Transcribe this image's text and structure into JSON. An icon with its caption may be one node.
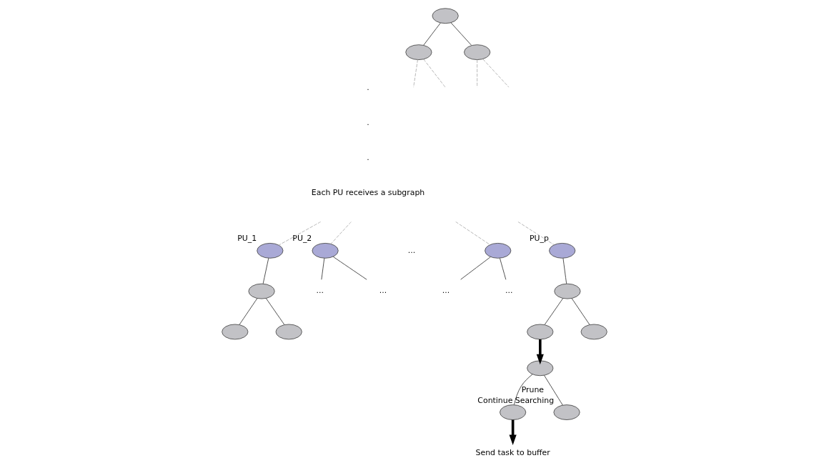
{
  "diagram": {
    "nodes": [
      {
        "text": [],
        "shape": "ellipse"
      },
      {
        "text": [],
        "shape": "ellipse"
      },
      {
        "text": [],
        "shape": "ellipse"
      },
      {
        "text": [],
        "shape": "ellipse",
        "beside": [
          "PU_1"
        ]
      },
      {
        "text": [],
        "shape": "ellipse"
      },
      {
        "text": [],
        "shape": "ellipse"
      },
      {
        "text": [],
        "shape": "ellipse"
      },
      {
        "text": [],
        "shape": "ellipse",
        "beside": [
          "PU_2"
        ]
      },
      {
        "text": [
          "..."
        ]
      },
      {
        "text": [
          "..."
        ]
      },
      {
        "text": [],
        "shape": "ellipse"
      },
      {
        "text": [
          "..."
        ]
      },
      {
        "text": [
          "..."
        ]
      },
      {
        "text": [],
        "shape": "ellipse",
        "beside": [
          "PU_p"
        ]
      },
      {
        "text": [],
        "shape": "ellipse"
      },
      {
        "text": [],
        "shape": "ellipse"
      },
      {
        "text": [],
        "shape": "ellipse"
      },
      {
        "text": [],
        "shape": "ellipse"
      },
      {
        "text": [],
        "shape": "ellipse"
      },
      {
        "text": [],
        "shape": "ellipse",
        "beside": [
          "Continue Searching"
        ]
      },
      {
        "text": [
          "Send task to buffer"
        ]
      }
    ],
    "edges": [
      {
        "from": 0,
        "to": 1,
        "arrow": "none"
      },
      {
        "from": 0,
        "to": 2,
        "arrow": "none"
      },
      {
        "from": 1,
        "to": null,
        "arrow": "none",
        "style": "dashed",
        "color": "#b0b0b0"
      },
      {
        "from": 1,
        "to": null,
        "arrow": "none",
        "style": "dashed",
        "color": "#b0b0b0"
      },
      {
        "from": 2,
        "to": null,
        "arrow": "none",
        "style": "dashed",
        "color": "#b0b0b0"
      },
      {
        "from": 2,
        "to": null,
        "arrow": "none",
        "style": "dashed",
        "color": "#b0b0b0"
      },
      {
        "from": null,
        "to": 3,
        "arrow": "none",
        "style": "dashed",
        "color": "#b0b0b0"
      },
      {
        "from": null,
        "to": 7,
        "arrow": "none",
        "style": "dashed",
        "color": "#b0b0b0"
      },
      {
        "from": null,
        "to": 10,
        "arrow": "none",
        "style": "dashed",
        "color": "#b0b0b0"
      },
      {
        "from": null,
        "to": 13,
        "arrow": "none",
        "style": "dashed",
        "color": "#b0b0b0"
      },
      {
        "from": 3,
        "to": 4,
        "arrow": "none"
      },
      {
        "from": 4,
        "to": 5,
        "arrow": "none"
      },
      {
        "from": 4,
        "to": 6,
        "arrow": "none"
      },
      {
        "from": 7,
        "to": 8,
        "arrow": "none"
      },
      {
        "from": 7,
        "to": 9,
        "arrow": "none"
      },
      {
        "from": 10,
        "to": 11,
        "arrow": "none"
      },
      {
        "from": 10,
        "to": 12,
        "arrow": "none"
      },
      {
        "from": 13,
        "to": 14,
        "arrow": "none"
      },
      {
        "from": 14,
        "to": 15,
        "arrow": "none"
      },
      {
        "from": 14,
        "to": 16,
        "arrow": "none"
      },
      {
        "from": 15,
        "to": 17,
        "arrow": "to",
        "style": "thick"
      },
      {
        "from": 17,
        "to": 18,
        "arrow": "none",
        "label": "Prune"
      },
      {
        "from": 17,
        "to": 19,
        "arrow": "none"
      },
      {
        "from": 18,
        "to": 20,
        "arrow": "to",
        "style": "thick"
      }
    ],
    "labels": [
      ".",
      ".",
      ".",
      "Each PU receives a subgraph",
      "..."
    ]
  }
}
